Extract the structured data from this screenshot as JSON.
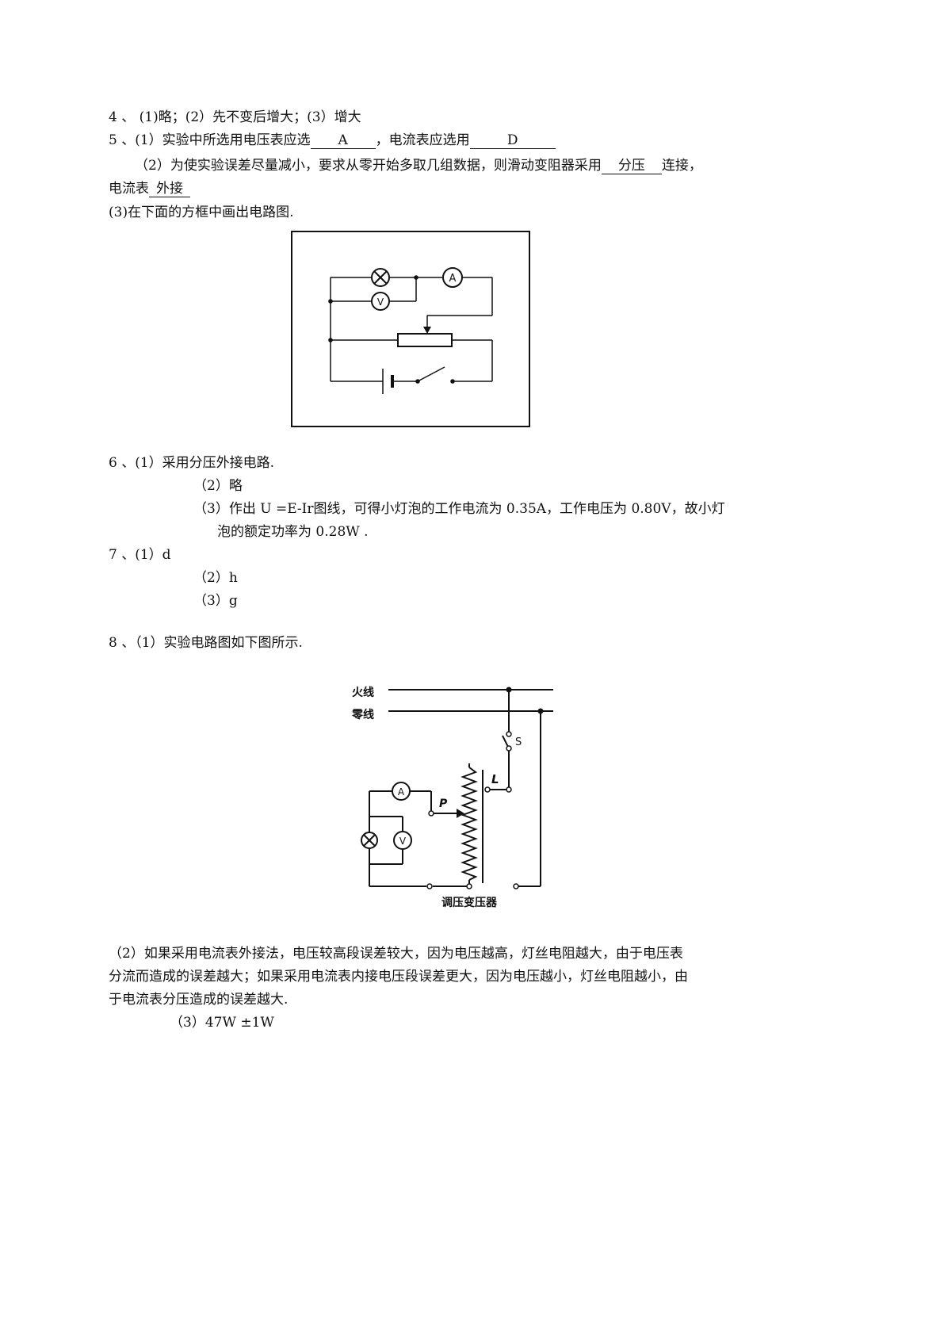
{
  "q4": {
    "text": "4 、 (1)略；(2）先不变后增大；(3）增大"
  },
  "q5": {
    "p1_prefix": "5 、(1）实验中所选用电压表应选",
    "p1_v_answer": "A",
    "p1_mid": "，电流表应选用",
    "p1_a_answer": "D",
    "p2_prefix": "（2）为使实验误差尽量减小，要求从零开始多取几组数据，则滑动变阻器采用",
    "p2_answer1": "分压",
    "p2_suffix": "连接，",
    "p2b_prefix": "电流表",
    "p2b_answer": "外接",
    "p3": "(3)在下面的方框中画出电路图.",
    "diagram": {
      "ammeter": "A",
      "voltmeter": "V"
    }
  },
  "q6": {
    "p1": "6 、(1）采用分压外接电路.",
    "p2": "（2）略",
    "p3a": "（3）作出 U =E-Ir图线，可得小灯泡的工作电流为 0.35A，工作电压为 0.80V，故小灯",
    "p3b": "泡的额定功率为 0.28W ."
  },
  "q7": {
    "p1": "7 、(1）d",
    "p2": "（2）h",
    "p3": "（3）g"
  },
  "q8": {
    "p1": "8 、（1）实验电路图如下图所示.",
    "diagram": {
      "live": "火线",
      "neutral": "零线",
      "switch": "S",
      "lamp_label": "L",
      "slider": "P",
      "ammeter": "A",
      "voltmeter": "V",
      "caption": "调压变压器"
    },
    "p2a": "（2）如果采用电流表外接法，电压较高段误差较大，因为电压越高，灯丝电阻越大，由于电压表",
    "p2b": "分流而造成的误差越大；如果采用电流表内接电压段误差更大，因为电压越小，灯丝电阻越小，由",
    "p2c": "于电流表分压造成的误差越大.",
    "p3": "（3）47W ±1W"
  }
}
